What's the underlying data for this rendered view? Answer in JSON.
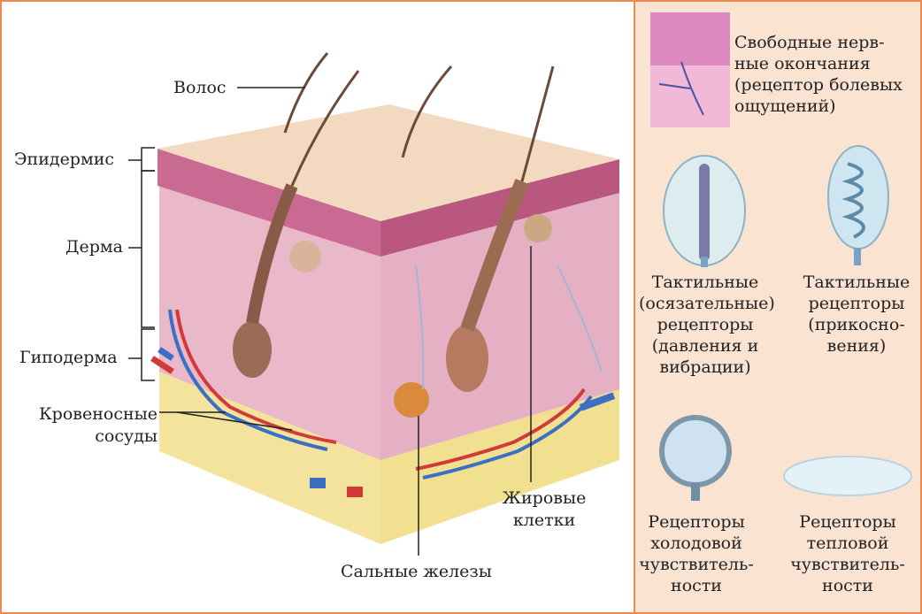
{
  "labels": {
    "hair": "Волос",
    "epidermis": "Эпидермис",
    "dermis": "Дерма",
    "hypodermis": "Гиподерма",
    "blood_vessels": "Кровеносные\nсосуды",
    "sebaceous_glands": "Сальные железы",
    "fat_cells": "Жировые\nклетки"
  },
  "receptors": {
    "free_nerve": "Свободные нерв-\nные окончания\n(рецептор болевых\nощущений)",
    "tactile_pressure": "Тактильные\n(осязательные)\nрецепторы\n(давления и\nвибрации)",
    "tactile_touch": "Тактильные\nрецепторы\n(прикосно-\nвения)",
    "cold": "Рецепторы\nхолодовой\nчувствитель-\nности",
    "heat": "Рецепторы\nтепловой\nчувствитель-\nности"
  },
  "colors": {
    "border": "#ec8a52",
    "panel": "#fbe3d2",
    "epidermis": "#f2d9c0",
    "dermis": "#e9b8c9",
    "fat": "#f3e39c"
  }
}
